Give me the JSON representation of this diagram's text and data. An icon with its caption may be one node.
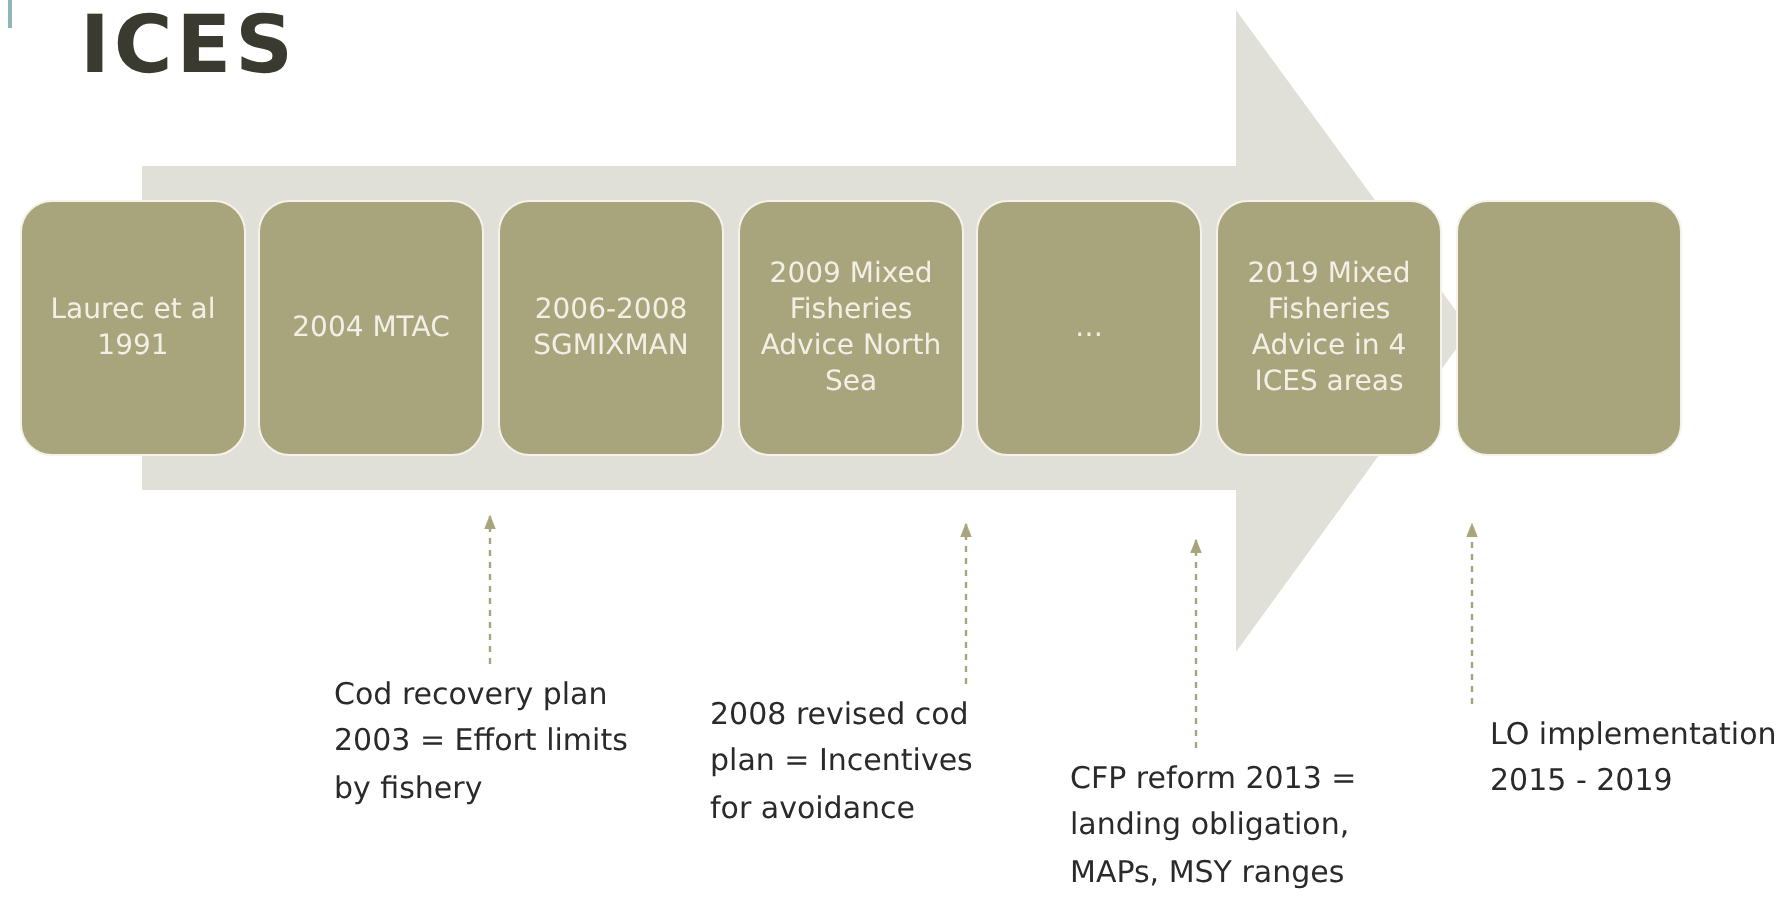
{
  "diagram": {
    "title": "ICES",
    "nodes": [
      {
        "text": [
          "Laurec et al 1991"
        ]
      },
      {
        "text": [
          "2004 MTAC"
        ]
      },
      {
        "text": [
          "2006-2008 SGMIXMAN"
        ]
      },
      {
        "text": [
          "2009 Mixed Fisheries Advice North Sea"
        ]
      },
      {
        "text": [
          "…"
        ]
      },
      {
        "text": [
          "2019 Mixed Fisheries Advice in 4 ICES areas"
        ]
      },
      {
        "text": [],
        "shape": "box"
      },
      {
        "text": [
          "Cod recovery plan 2003 = Effort limits by fishery"
        ]
      },
      {
        "text": [
          "2008 revised cod plan = Incentives for avoidance"
        ]
      },
      {
        "text": [
          "CFP reform 2013 = landing obligation, MAPs, MSY ranges"
        ]
      },
      {
        "text": [
          "LO implementation 2015 - 2019"
        ]
      }
    ],
    "edges": [
      {
        "from": 0,
        "to": 6,
        "arrow": "to",
        "style": "thick",
        "color": "#e1e0d8"
      },
      {
        "from": 7,
        "to": null,
        "arrow": "to",
        "style": "dashed"
      },
      {
        "from": 8,
        "to": null,
        "arrow": "to",
        "style": "dashed"
      },
      {
        "from": 9,
        "to": null,
        "arrow": "to",
        "style": "dashed"
      },
      {
        "from": 10,
        "to": null,
        "arrow": "to",
        "style": "dashed"
      }
    ]
  }
}
